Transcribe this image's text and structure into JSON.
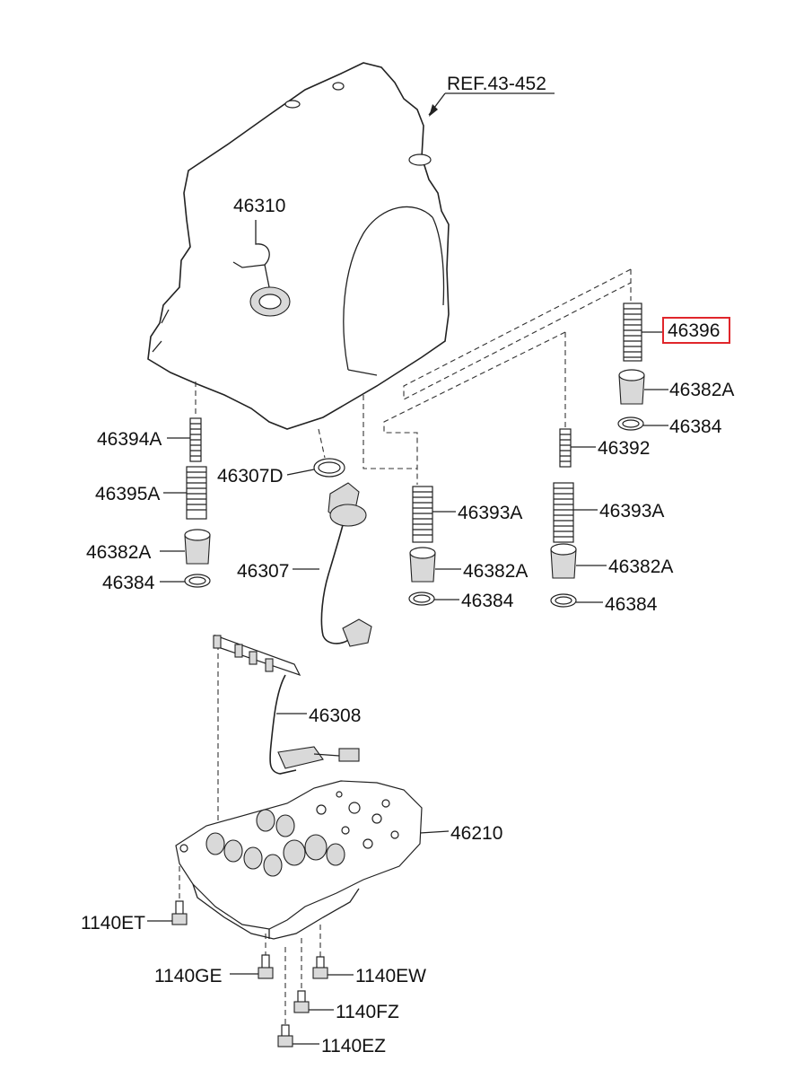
{
  "diagram": {
    "reference": "REF.43-452",
    "highlight_color": "#e0262b",
    "highlighted_part": "46396",
    "labels": {
      "p46310": "46310",
      "p46396": "46396",
      "p46382A_r": "46382A",
      "p46384_r": "46384",
      "p46392": "46392",
      "p46394A": "46394A",
      "p46307D": "46307D",
      "p46395A": "46395A",
      "p46393A_m": "46393A",
      "p46393A_r": "46393A",
      "p46382A_l": "46382A",
      "p46384_l": "46384",
      "p46307": "46307",
      "p46382A_m": "46382A",
      "p46382A_r2": "46382A",
      "p46384_m": "46384",
      "p46384_r2": "46384",
      "p46308": "46308",
      "p46210": "46210",
      "p1140ET": "1140ET",
      "p1140GE": "1140GE",
      "p1140EW": "1140EW",
      "p1140FZ": "1140FZ",
      "p1140EZ": "1140EZ"
    }
  }
}
